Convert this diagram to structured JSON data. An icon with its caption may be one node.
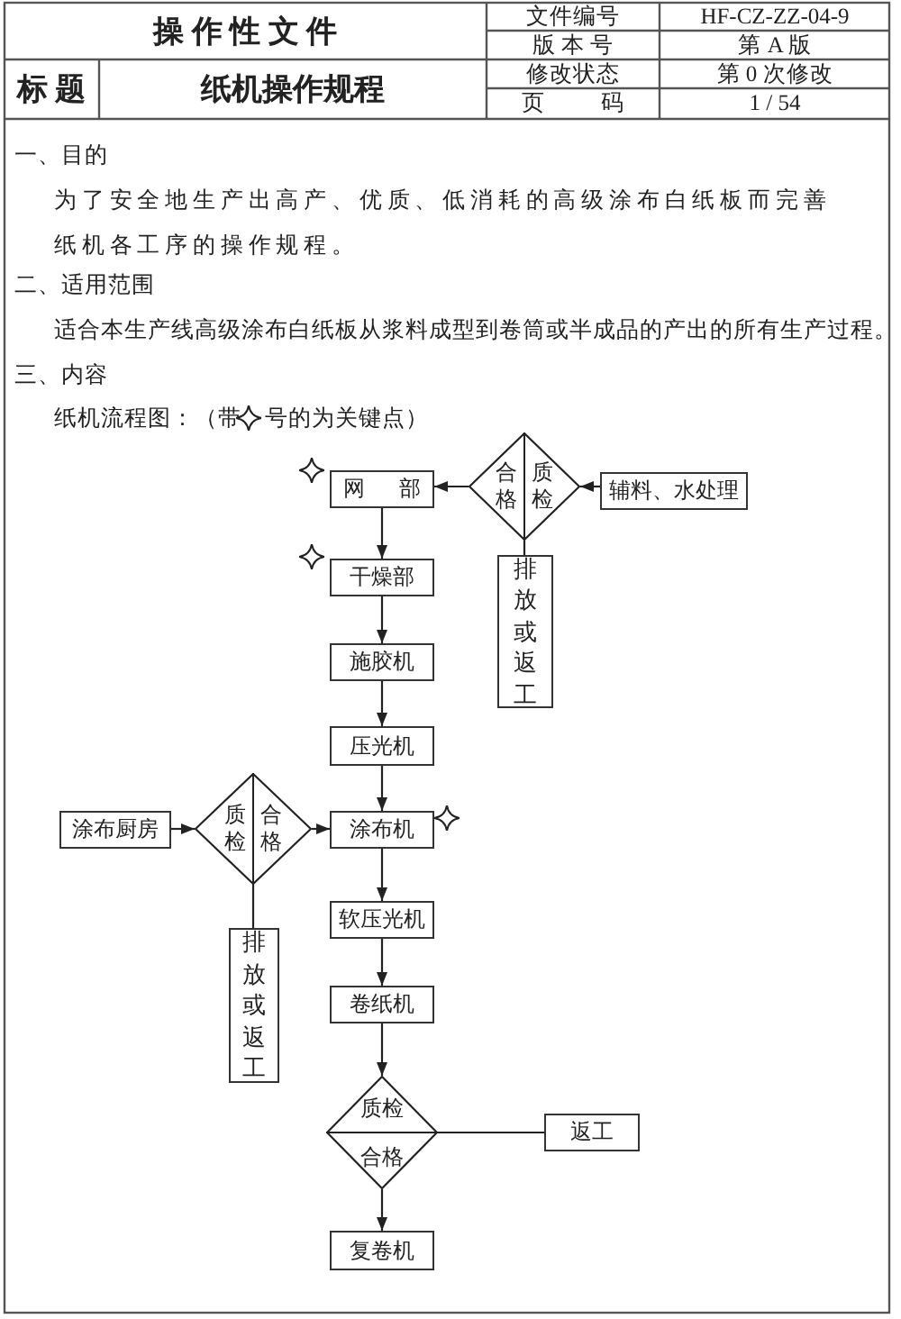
{
  "diagram": {
    "nodes": [
      {
        "text": [
          "网 部"
        ]
      },
      {
        "text": [
          "干燥部"
        ]
      },
      {
        "text": [
          "施胶机"
        ]
      },
      {
        "text": [
          "压光机"
        ]
      },
      {
        "text": [
          "涂布机"
        ]
      },
      {
        "text": [
          "软压光机"
        ]
      },
      {
        "text": [
          "卷纸机"
        ]
      },
      {
        "text": [
          "复卷机"
        ]
      },
      {
        "text": [
          "合格",
          "质检"
        ]
      },
      {
        "text": [
          "辅料、水处理"
        ]
      },
      {
        "text": [
          "排放或返工"
        ]
      },
      {
        "text": [
          "涂布厨房"
        ]
      },
      {
        "text": [
          "质检",
          "合格"
        ]
      },
      {
        "text": [
          "排放或返工"
        ]
      },
      {
        "text": [
          "质检",
          "合格"
        ]
      },
      {
        "text": [
          "返工"
        ]
      }
    ],
    "edges": [
      {
        "from": 9,
        "to": 8,
        "arrow": "to"
      },
      {
        "from": 8,
        "to": 0,
        "arrow": "to"
      },
      {
        "from": 8,
        "to": 10,
        "arrow": "none"
      },
      {
        "from": 0,
        "to": 1,
        "arrow": "to"
      },
      {
        "from": 1,
        "to": 2,
        "arrow": "to"
      },
      {
        "from": 2,
        "to": 3,
        "arrow": "to"
      },
      {
        "from": 3,
        "to": 4,
        "arrow": "to"
      },
      {
        "from": 11,
        "to": 12,
        "arrow": "to"
      },
      {
        "from": 12,
        "to": 4,
        "arrow": "to"
      },
      {
        "from": 12,
        "to": 13,
        "arrow": "none"
      },
      {
        "from": 4,
        "to": 5,
        "arrow": "to"
      },
      {
        "from": 5,
        "to": 6,
        "arrow": "to"
      },
      {
        "from": 6,
        "to": 14,
        "arrow": "to"
      },
      {
        "from": 14,
        "to": 15,
        "arrow": "none"
      },
      {
        "from": 14,
        "to": 7,
        "arrow": "to"
      }
    ],
    "labels": [
      "操 作 性 文 件",
      "文件编号",
      "HF-CZ-ZZ-04-9",
      "版 本 号",
      "第 A 版",
      "标 题",
      "纸机操作规程",
      "修改状态",
      "第 0 次修改",
      "页 码",
      "1 / 54",
      "一、目的",
      "为了安全地生产出高产、优质、低消耗的高级涂布白纸板而完善纸机各工序的操作规程。",
      "二、适用范围",
      "适合本生产线高级涂布白纸板从浆料成型到卷筒或半成品的产出的所有生产过程。",
      "三、内容",
      "纸机流程图：（带",
      "号的为关键点）"
    ]
  }
}
